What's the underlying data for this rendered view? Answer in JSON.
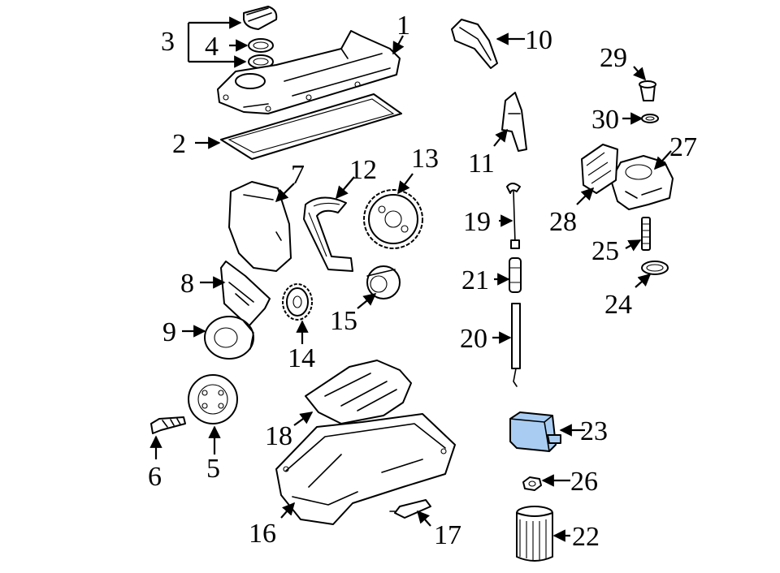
{
  "callouts": {
    "c1": "1",
    "c2": "2",
    "c3": "3",
    "c4": "4",
    "c5": "5",
    "c6": "6",
    "c7": "7",
    "c8": "8",
    "c9": "9",
    "c10": "10",
    "c11": "11",
    "c12": "12",
    "c13": "13",
    "c14": "14",
    "c15": "15",
    "c16": "16",
    "c17": "17",
    "c18": "18",
    "c19": "19",
    "c20": "20",
    "c21": "21",
    "c22": "22",
    "c23": "23",
    "c24": "24",
    "c25": "25",
    "c26": "26",
    "c27": "27",
    "c28": "28",
    "c29": "29",
    "c30": "30"
  },
  "colors": {
    "highlight": "#a9cdf2",
    "line": "#000000",
    "background": "#ffffff"
  }
}
